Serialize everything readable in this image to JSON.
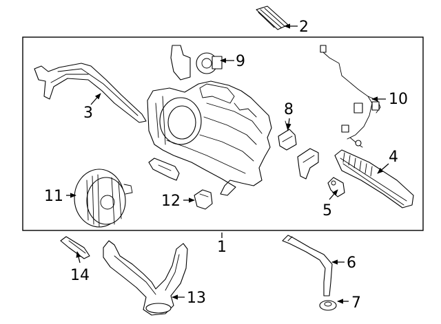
{
  "callouts": [
    {
      "id": "1",
      "text": "1"
    },
    {
      "id": "2",
      "text": "2"
    },
    {
      "id": "3",
      "text": "3"
    },
    {
      "id": "4",
      "text": "4"
    },
    {
      "id": "5",
      "text": "5"
    },
    {
      "id": "6",
      "text": "6"
    },
    {
      "id": "7",
      "text": "7"
    },
    {
      "id": "8",
      "text": "8"
    },
    {
      "id": "9",
      "text": "9"
    },
    {
      "id": "10",
      "text": "10"
    },
    {
      "id": "11",
      "text": "11"
    },
    {
      "id": "12",
      "text": "12"
    },
    {
      "id": "13",
      "text": "13"
    },
    {
      "id": "14",
      "text": "14"
    }
  ],
  "style": {
    "line_color": "#000000",
    "background": "#ffffff"
  }
}
